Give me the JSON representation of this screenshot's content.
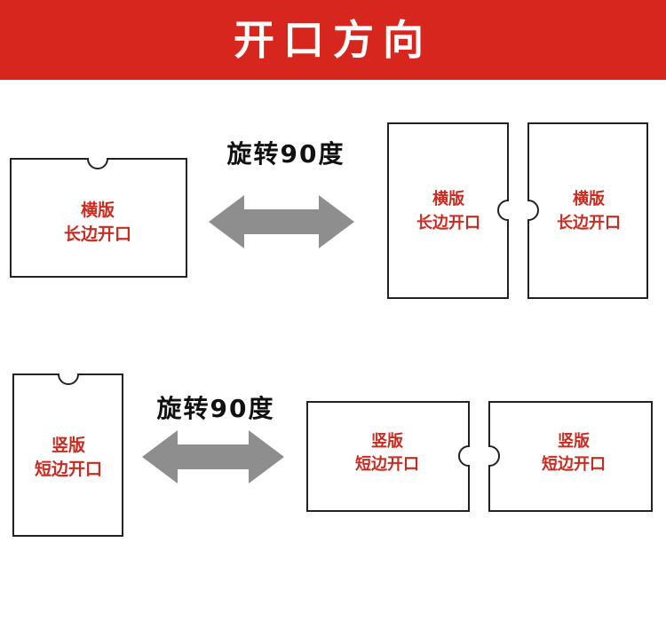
{
  "title": "开口方向",
  "rotate_label": "旋转90度",
  "colors": {
    "banner": "#d7261e",
    "label_red": "#cc2a1f",
    "arrow_gray": "#8e8e8e",
    "outline": "#222222",
    "text_dark": "#111111"
  },
  "row1": {
    "left_card": {
      "line1": "横版",
      "line2": "长边开口"
    },
    "right_cards": [
      {
        "line1": "横版",
        "line2": "长边开口"
      },
      {
        "line1": "横版",
        "line2": "长边开口"
      }
    ]
  },
  "row2": {
    "left_card": {
      "line1": "竖版",
      "line2": "短边开口"
    },
    "right_cards": [
      {
        "line1": "竖版",
        "line2": "短边开口"
      },
      {
        "line1": "竖版",
        "line2": "短边开口"
      }
    ]
  }
}
